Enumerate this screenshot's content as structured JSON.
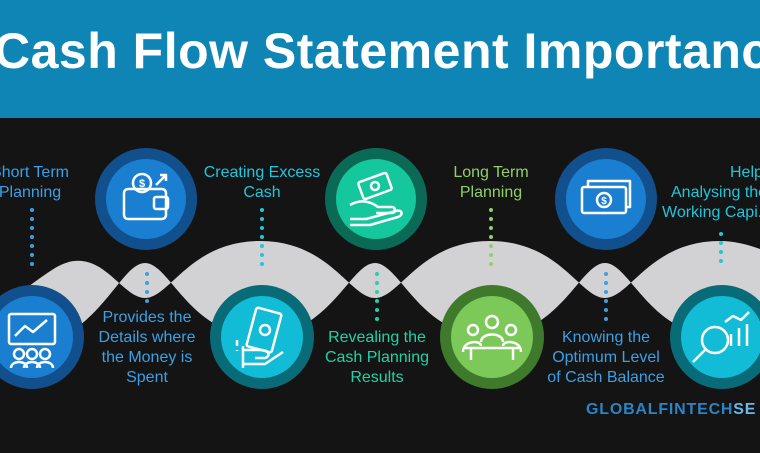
{
  "title": "Cash Flow Statement Importance",
  "brand": {
    "main": "GLOBALFINTECH",
    "accent": "SE"
  },
  "colors": {
    "header": "#0f85b5",
    "background": "#141414",
    "band": "#d2d2d4",
    "blue": "#1a7fd0",
    "cyan": "#12bcd6",
    "teal": "#14c79c",
    "green": "#7cc95a"
  },
  "items": [
    {
      "lines": [
        "Short Term",
        "Planning"
      ],
      "icon": "monitor-presentation-icon",
      "color": "blue"
    },
    {
      "lines": [
        "Provides the",
        "Details where",
        "the Money is",
        "Spent"
      ],
      "icon": "wallet-coin-icon",
      "color": "blue"
    },
    {
      "lines": [
        "Creating Excess",
        "Cash"
      ],
      "icon": "cash-hand-icon",
      "color": "cyan"
    },
    {
      "lines": [
        "Revealing the",
        "Cash Planning",
        "Results"
      ],
      "icon": "money-exchange-icon",
      "color": "teal"
    },
    {
      "lines": [
        "Long Term",
        "Planning"
      ],
      "icon": "meeting-icon",
      "color": "green"
    },
    {
      "lines": [
        "Knowing the",
        "Optimum Level",
        "of Cash Balance"
      ],
      "icon": "banknote-icon",
      "color": "blue"
    },
    {
      "lines": [
        "Helps in",
        "Analysing the",
        "Working Capi..."
      ],
      "icon": "analytics-magnifier-icon",
      "color": "cyan"
    }
  ]
}
